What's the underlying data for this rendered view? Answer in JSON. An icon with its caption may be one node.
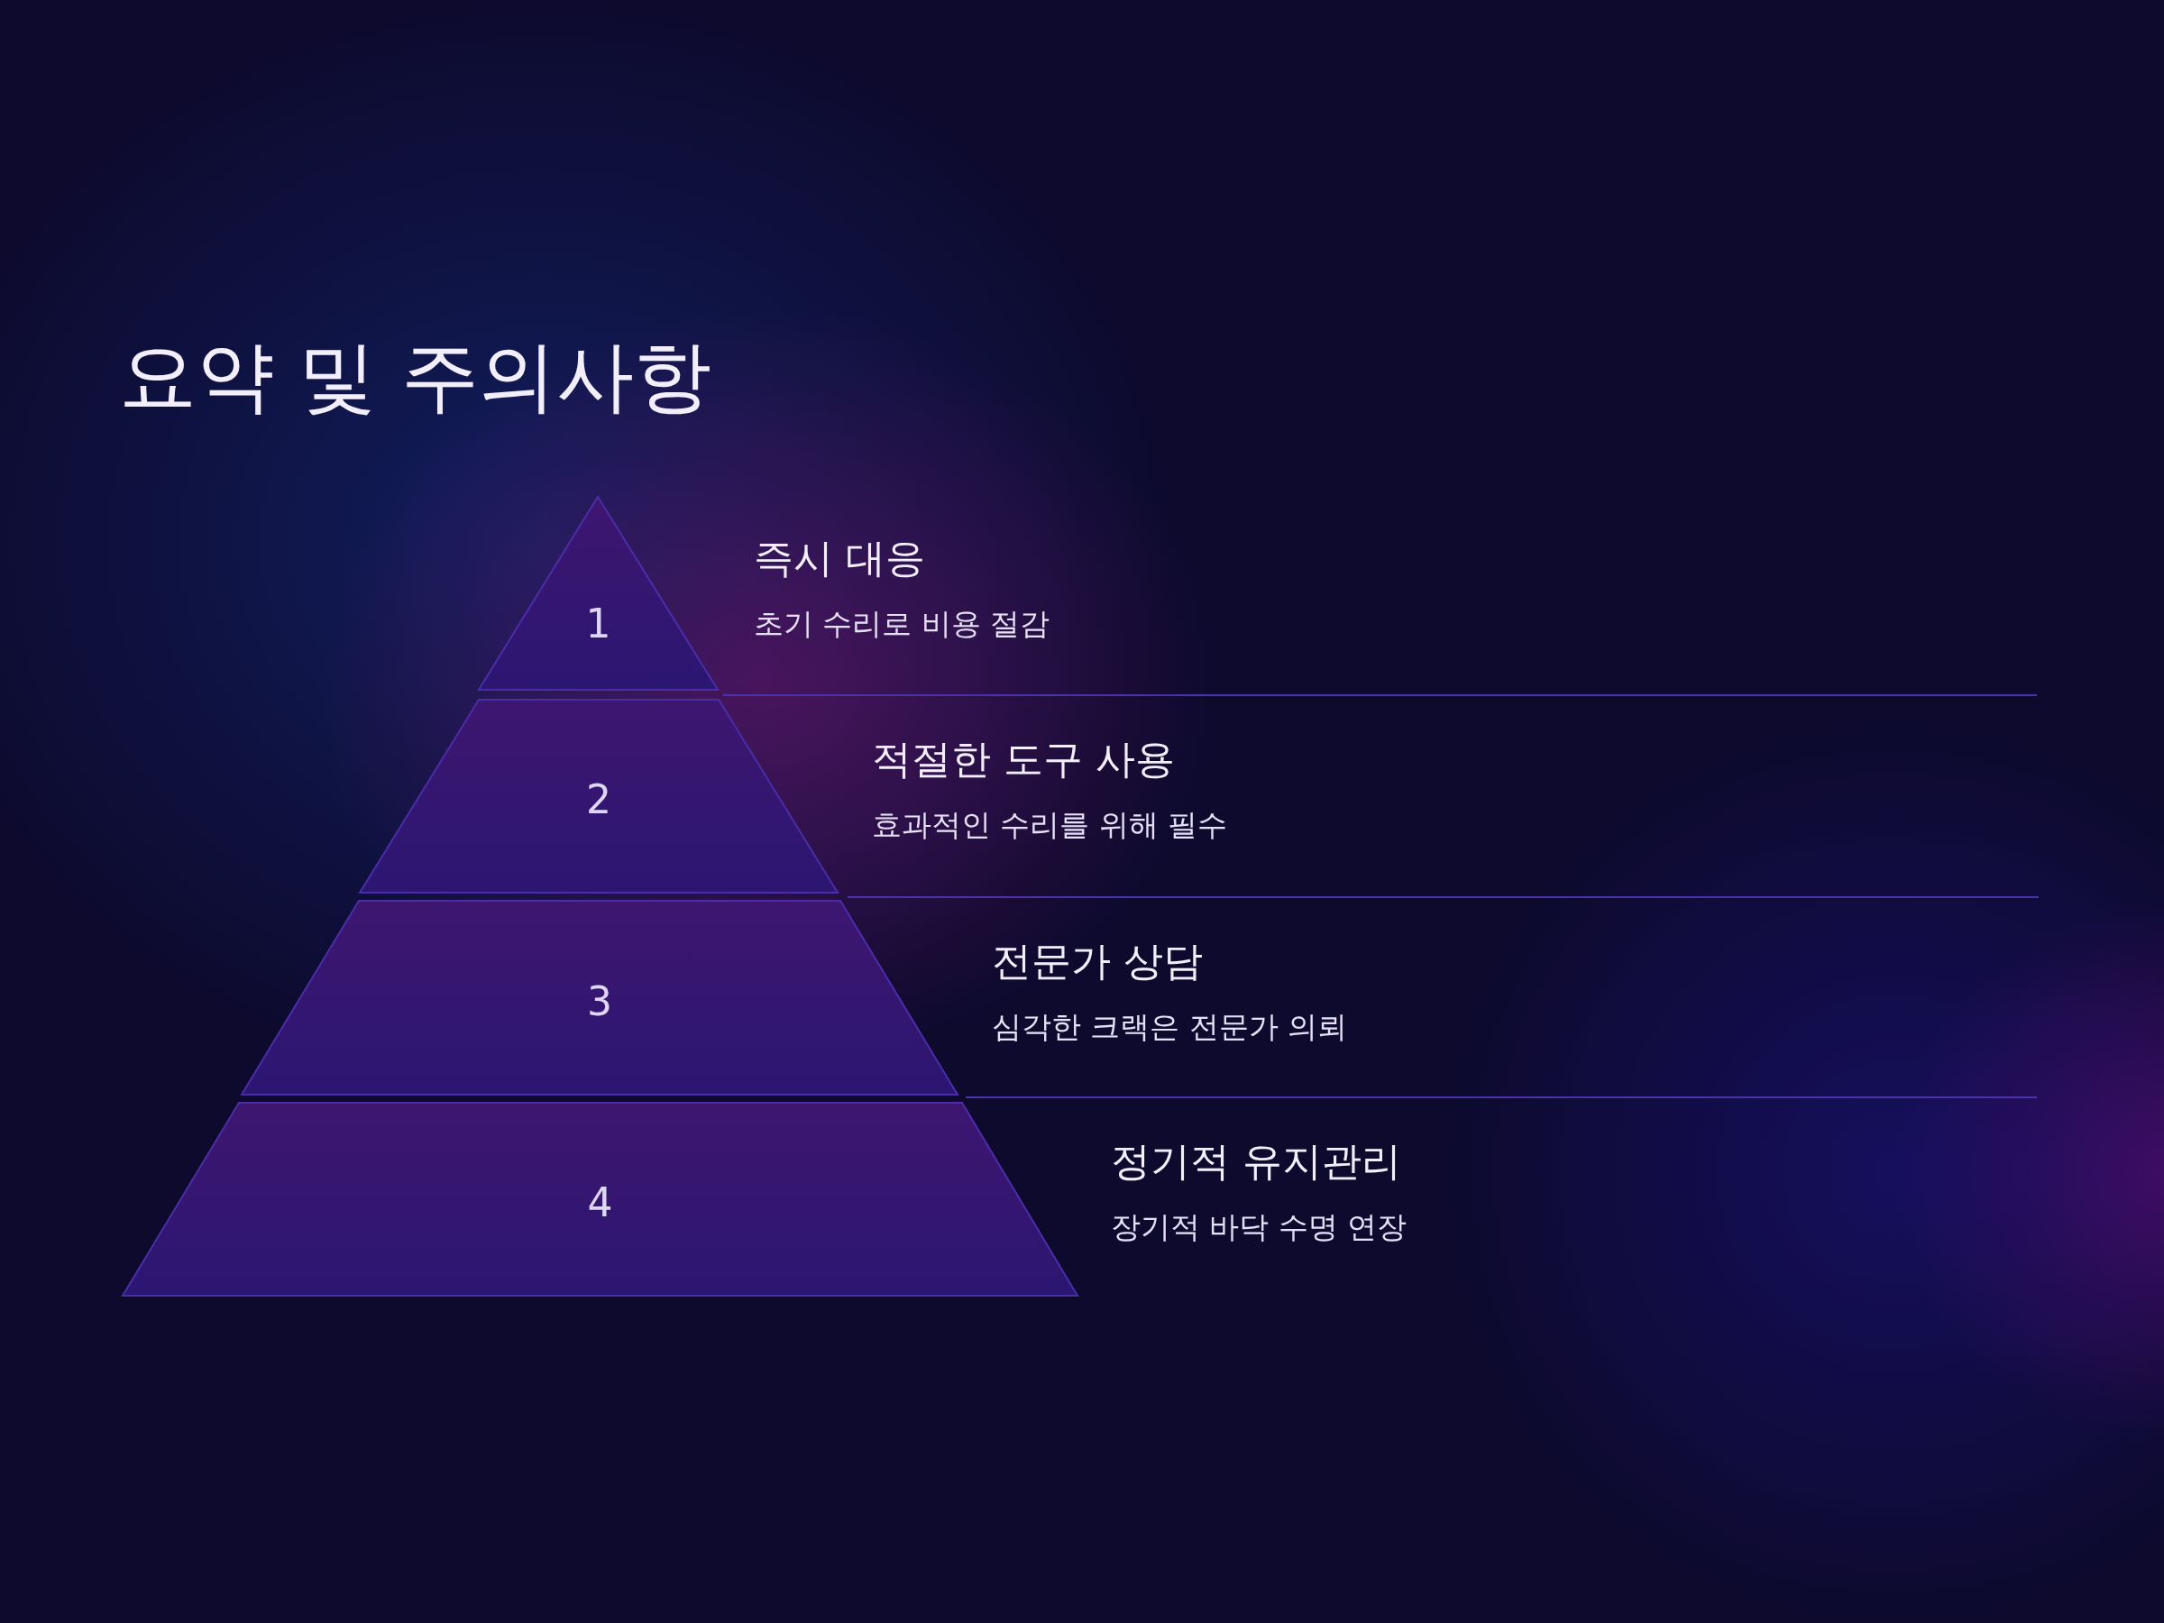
{
  "diagram": {
    "title": "요약 및 주의사항",
    "nodes": [
      {
        "text": [
          "1"
        ],
        "beside": [
          "즉시 대응",
          "초기 수리로 비용 절감"
        ]
      },
      {
        "text": [
          "2"
        ],
        "beside": [
          "적절한 도구 사용",
          "효과적인 수리를 위해 필수"
        ]
      },
      {
        "text": [
          "3"
        ],
        "beside": [
          "전문가 상담",
          "심각한 크랙은 전문가 의뢰"
        ]
      },
      {
        "text": [
          "4"
        ],
        "beside": [
          "정기적 유지관리",
          "장기적 바닥 수명 연장"
        ]
      }
    ]
  }
}
